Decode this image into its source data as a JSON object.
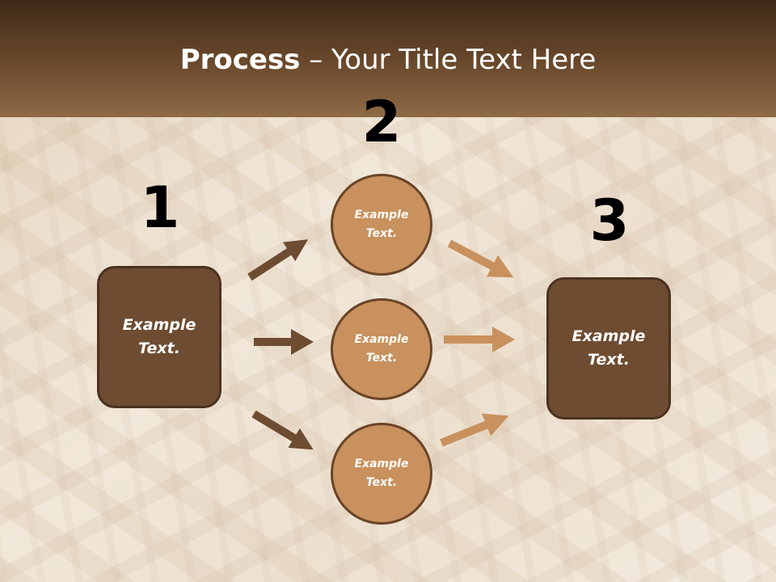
{
  "slide": {
    "title_bold": "Process",
    "title_rest": " – Your Title Text Here"
  },
  "steps": {
    "n1": "1",
    "n2": "2",
    "n3": "3"
  },
  "left_box": {
    "text": "Example\nText."
  },
  "circles": [
    {
      "text": "Example\nText."
    },
    {
      "text": "Example\nText."
    },
    {
      "text": "Example\nText."
    }
  ],
  "right_box": {
    "text": "Example\nText."
  },
  "colors": {
    "dark_arrow": "#6e4c31",
    "light_arrow": "#c8915d",
    "box_fill": "#6e4c31",
    "circle_fill": "#c8915d"
  }
}
